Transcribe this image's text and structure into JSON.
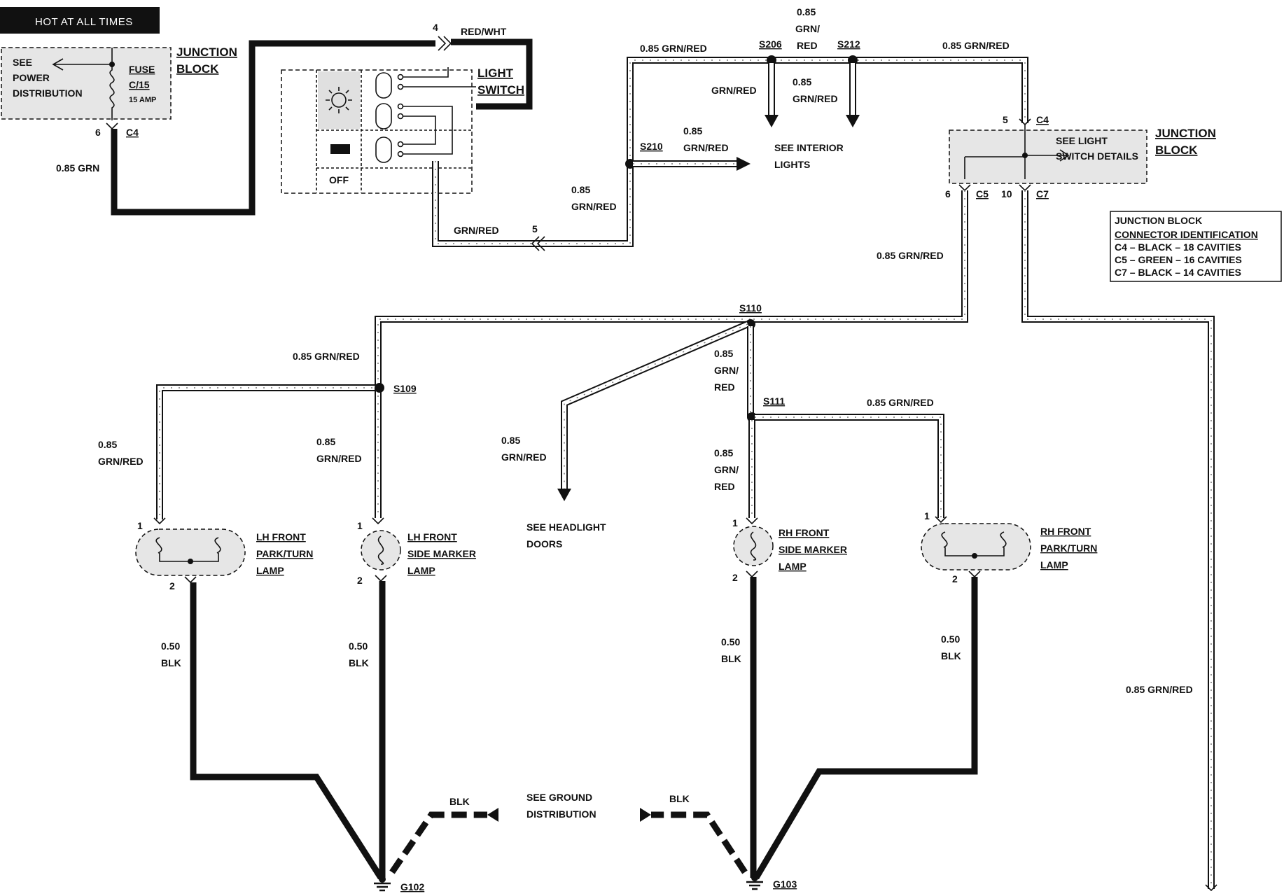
{
  "header": {
    "hot_label": "HOT AT ALL TIMES"
  },
  "junction_block_top": {
    "title_line1": "JUNCTION",
    "title_line2": "BLOCK",
    "see_line1": "SEE",
    "see_line2": "POWER",
    "see_line3": "DISTRIBUTION",
    "fuse_line1": "FUSE",
    "fuse_line2": "C/15",
    "fuse_line3": "15 AMP",
    "cavity": "6",
    "connector": "C4"
  },
  "light_switch": {
    "title_line1": "LIGHT",
    "title_line2": "SWITCH",
    "off_label": "OFF",
    "cavity_in": "4",
    "cavity_out": "5"
  },
  "junction_block_right": {
    "title_line1": "JUNCTION",
    "title_line2": "BLOCK",
    "see_line1": "SEE LIGHT",
    "see_line2": "SWITCH DETAILS",
    "c4_cavity": "5",
    "c4": "C4",
    "c5_cavity": "6",
    "c5": "C5",
    "c7_cavity": "10",
    "c7": "C7"
  },
  "connector_id": {
    "line1": "JUNCTION BLOCK",
    "line2": "CONNECTOR IDENTIFICATION",
    "line3": "C4 – BLACK – 18 CAVITIES",
    "line4": "C5 – GREEN – 16 CAVITIES",
    "line5": "C7 – BLACK – 14 CAVITIES"
  },
  "splices": {
    "s206": "S206",
    "s212": "S212",
    "s210": "S210",
    "s110": "S110",
    "s109": "S109",
    "s111": "S111"
  },
  "wires": {
    "grn_085": "0.85 GRN",
    "red_wht": "RED/WHT",
    "grn_red": "GRN/RED",
    "grn_red_085": "0.85 GRN/RED",
    "size_085": "0.85",
    "grn_slash": "GRN/",
    "red": "RED",
    "size_050": "0.50",
    "blk": "BLK"
  },
  "references": {
    "interior_line1": "SEE INTERIOR",
    "interior_line2": "LIGHTS",
    "headlight_line1": "SEE HEADLIGHT",
    "headlight_line2": "DOORS",
    "ground_line1": "SEE GROUND",
    "ground_line2": "DISTRIBUTION"
  },
  "lamps": {
    "lh_park_line1": "LH FRONT",
    "lh_park_line2": "PARK/TURN",
    "lh_park_line3": "LAMP",
    "lh_side_line1": "LH FRONT",
    "lh_side_line2": "SIDE MARKER",
    "lh_side_line3": "LAMP",
    "rh_side_line1": "RH FRONT",
    "rh_side_line2": "SIDE MARKER",
    "rh_side_line3": "LAMP",
    "rh_park_line1": "RH FRONT",
    "rh_park_line2": "PARK/TURN",
    "rh_park_line3": "LAMP",
    "pin1": "1",
    "pin2": "2"
  },
  "grounds": {
    "g102": "G102",
    "g103": "G103"
  }
}
